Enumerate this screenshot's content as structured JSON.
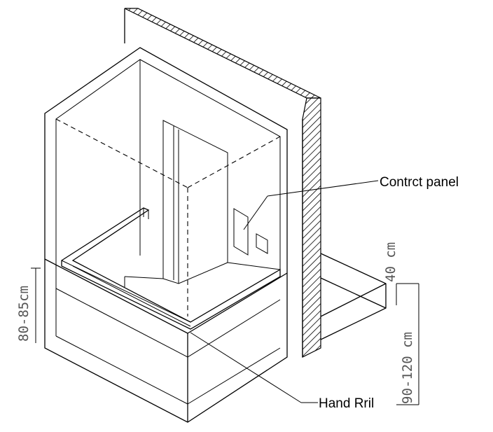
{
  "labels": {
    "control_panel": "Contrct panel",
    "hand_rail": "Hand Rril"
  },
  "dimensions": {
    "rail_height": "80-85cm",
    "panel_offset": "40 cm",
    "panel_height": "90-120 cm"
  },
  "colors": {
    "line": "#000000",
    "dimension_text": "#555555"
  }
}
